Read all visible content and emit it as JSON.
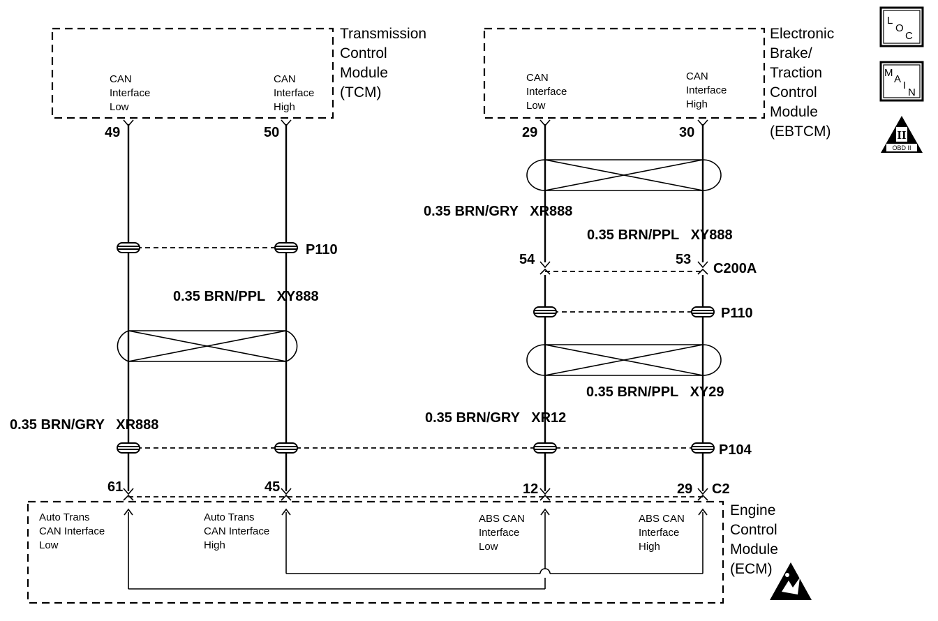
{
  "modules": {
    "tcm": {
      "line1": "Transmission",
      "line2": "Control",
      "line3": "Module",
      "line4": "(TCM)",
      "left_label": [
        "CAN",
        "Interface",
        "Low"
      ],
      "right_label": [
        "CAN",
        "Interface",
        "High"
      ]
    },
    "ebtcm": {
      "line1": "Electronic",
      "line2": "Brake/",
      "line3": "Traction",
      "line4": "Control",
      "line5": "Module",
      "line6": "(EBTCM)",
      "left_label": [
        "CAN",
        "Interface",
        "Low"
      ],
      "right_label": [
        "CAN",
        "Interface",
        "High"
      ]
    },
    "ecm": {
      "line1": "Engine",
      "line2": "Control",
      "line3": "Module",
      "line4": "(ECM)",
      "label1": [
        "Auto Trans",
        "CAN Interface",
        "Low"
      ],
      "label2": [
        "Auto Trans",
        "CAN Interface",
        "High"
      ],
      "label3": [
        "ABS CAN",
        "Interface",
        "Low"
      ],
      "label4": [
        "ABS CAN",
        "Interface",
        "High"
      ]
    }
  },
  "pins": {
    "tcm_low": "49",
    "tcm_high": "50",
    "ebtcm_low": "29",
    "ebtcm_high": "30",
    "c200a_left": "54",
    "c200a_right": "53",
    "ecm_1": "61",
    "ecm_2": "45",
    "ecm_3": "12",
    "ecm_4": "29"
  },
  "connectors": {
    "c200a": "C200A",
    "p110_left": "P110",
    "p110_right": "P110",
    "p104": "P104",
    "c2": "C2"
  },
  "wires": {
    "left_brn_ppl": "0.35 BRN/PPL   XY888",
    "left_brn_gry": "0.35 BRN/GRY   XR888",
    "right_top_brn_gry": "0.35 BRN/GRY   XR888",
    "right_top_brn_ppl": "0.35 BRN/PPL   XY888",
    "right_bot_brn_ppl": "0.35 BRN/PPL   XY29",
    "right_bot_brn_gry": "0.35 BRN/GRY   XR12"
  },
  "icons": {
    "loc": {
      "name": "loc-icon",
      "letters": [
        "L",
        "O",
        "C"
      ]
    },
    "main": {
      "name": "main-icon",
      "letters": [
        "M",
        "A",
        "I",
        "N"
      ]
    },
    "obd": {
      "name": "obd-ii-icon",
      "text": "OBD II",
      "numeral": "II"
    },
    "esd": {
      "name": "esd-warning-icon"
    }
  }
}
